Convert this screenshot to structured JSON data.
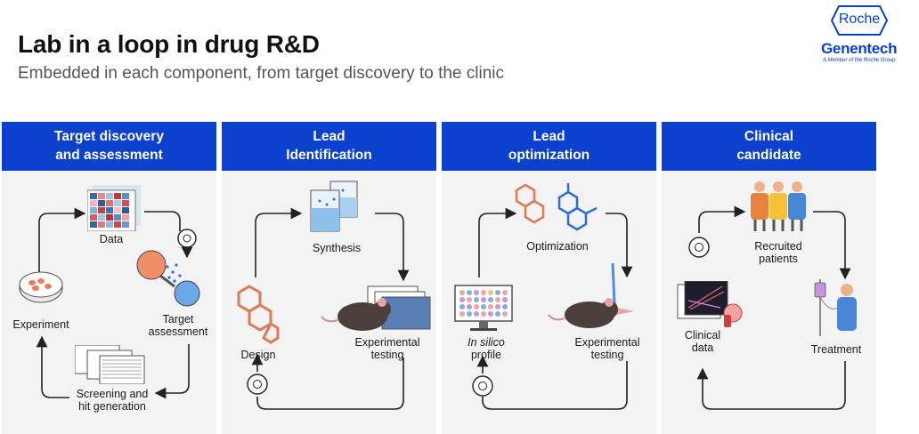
{
  "header": {
    "title": "Lab in a loop in drug R&D",
    "subtitle": "Embedded in each component, from target discovery to the clinic"
  },
  "logo": {
    "roche": "Roche",
    "genentech": "Genentech",
    "member": "A Member of the Roche Group"
  },
  "colors": {
    "brand_blue": "#0b41cd",
    "panel_bg": "#f3f3f3",
    "arrow": "#222222"
  },
  "panels": [
    {
      "header_line1": "Target discovery",
      "header_line2": "and assessment",
      "labels": {
        "data": "Data",
        "target_1": "Target",
        "target_2": "assessment",
        "screening_1": "Screening and",
        "screening_2": "hit generation",
        "experiment": "Experiment"
      }
    },
    {
      "header_line1": "Lead",
      "header_line2": "Identification",
      "labels": {
        "synthesis": "Synthesis",
        "experimental_1": "Experimental",
        "experimental_2": "testing",
        "design": "Design"
      }
    },
    {
      "header_line1": "Lead",
      "header_line2": "optimization",
      "labels": {
        "optimization": "Optimization",
        "experimental_1": "Experimental",
        "experimental_2": "testing",
        "insilico_1": "In silico",
        "insilico_2": "profile"
      }
    },
    {
      "header_line1": "Clinical",
      "header_line2": "candidate",
      "labels": {
        "recruited_1": "Recruited",
        "recruited_2": "patients",
        "treatment": "Treatment",
        "clinical_1": "Clinical",
        "clinical_2": "data"
      }
    }
  ]
}
